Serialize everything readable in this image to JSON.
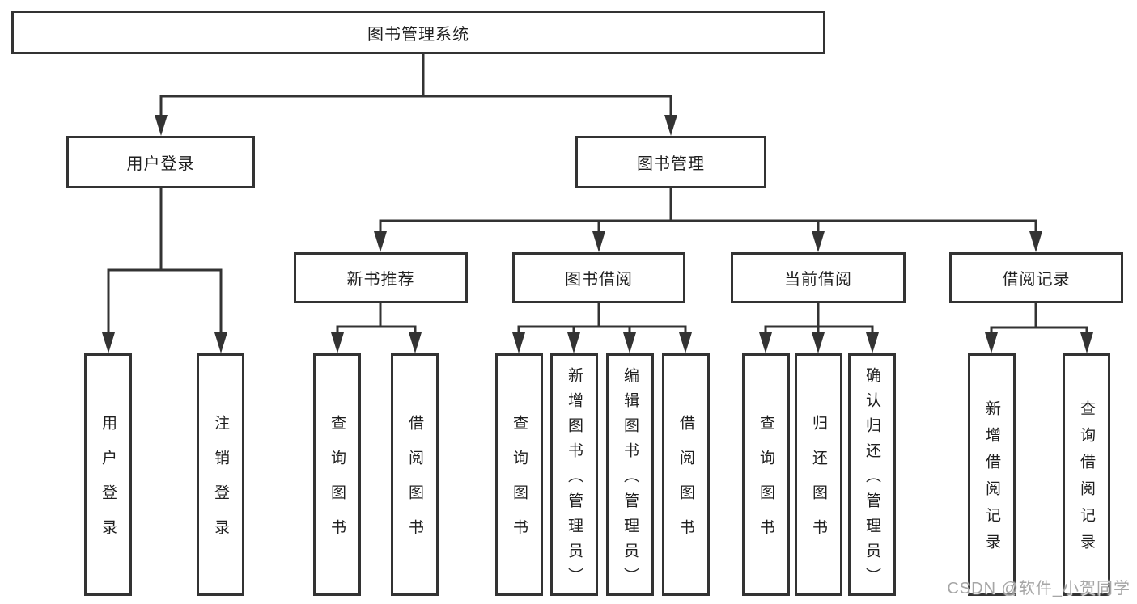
{
  "tree": {
    "label": "图书管理系统",
    "children": [
      {
        "label": "用户登录",
        "children": [
          {
            "label": "用户登录"
          },
          {
            "label": "注销登录"
          }
        ]
      },
      {
        "label": "图书管理",
        "children": [
          {
            "label": "新书推荐",
            "children": [
              {
                "label": "查询图书"
              },
              {
                "label": "借阅图书"
              }
            ]
          },
          {
            "label": "图书借阅",
            "children": [
              {
                "label": "查询图书"
              },
              {
                "label": "新增图书（管理员）"
              },
              {
                "label": "编辑图书（管理员）"
              },
              {
                "label": "借阅图书"
              }
            ]
          },
          {
            "label": "当前借阅",
            "children": [
              {
                "label": "查询图书"
              },
              {
                "label": "归还图书"
              },
              {
                "label": "确认归还（管理员）"
              }
            ]
          },
          {
            "label": "借阅记录",
            "children": [
              {
                "label": "新增借阅记录"
              },
              {
                "label": "查询借阅记录"
              }
            ]
          }
        ]
      }
    ]
  },
  "colors": {
    "line": "#333333",
    "box_border": "#333333",
    "box_fill": "#ffffff",
    "text": "#1f1f1f",
    "watermark": "#9e9e9e"
  },
  "watermark": "CSDN @软件_小贺同学"
}
